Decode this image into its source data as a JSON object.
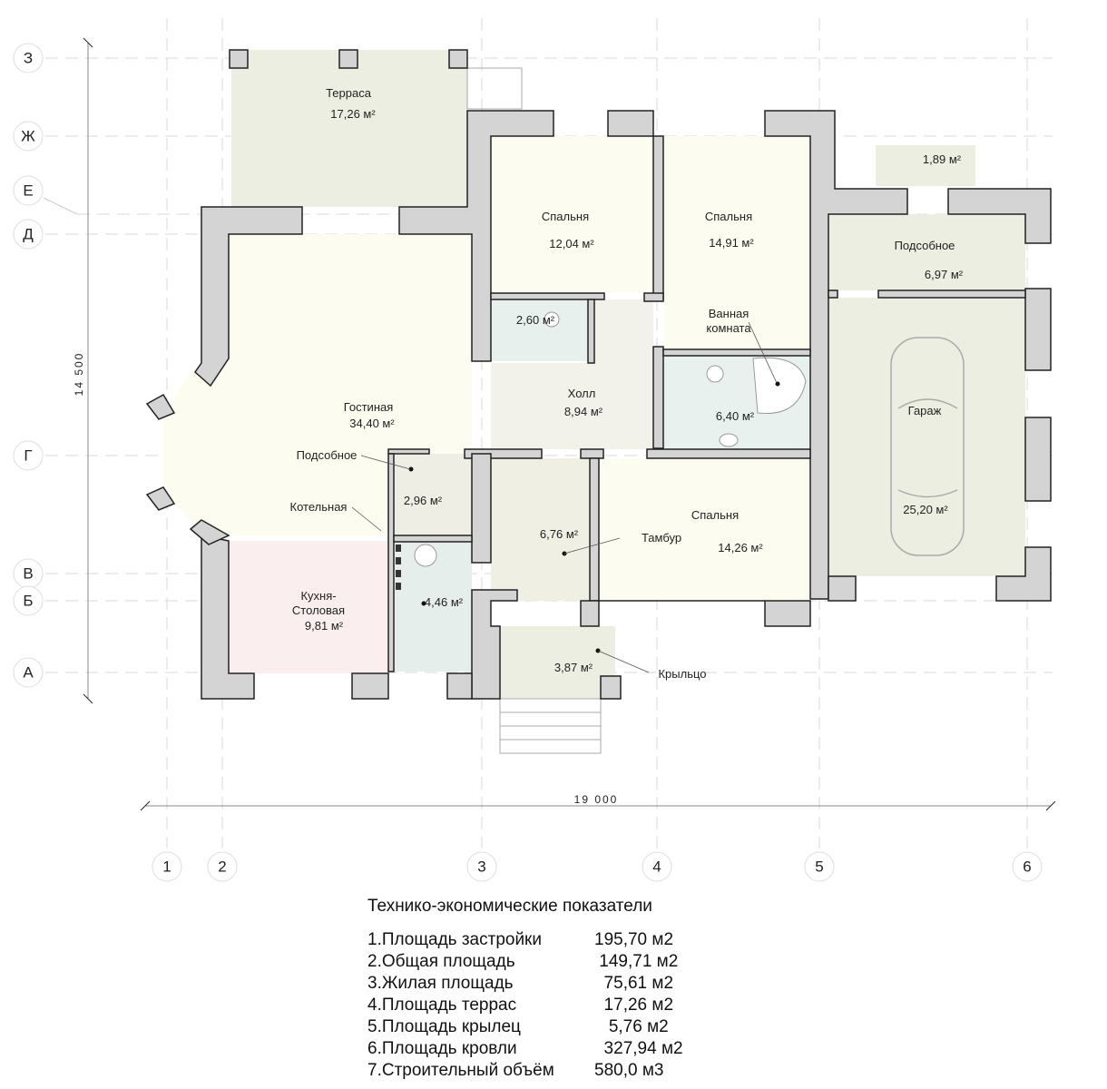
{
  "axes": {
    "rows": [
      "З",
      "Ж",
      "Е",
      "Д",
      "Г",
      "В",
      "Б",
      "А"
    ],
    "cols": [
      "1",
      "2",
      "3",
      "4",
      "5",
      "6"
    ]
  },
  "dimensions": {
    "vertical": "14 500",
    "horizontal": "19 000"
  },
  "rooms": {
    "terrace": {
      "name": "Терраса",
      "area": "17,26 м²"
    },
    "bedroom1": {
      "name": "Спальня",
      "area": "12,04 м²"
    },
    "bedroom2": {
      "name": "Спальня",
      "area": "14,91 м²"
    },
    "small_porch": {
      "area": "1,89 м²"
    },
    "utility_garage": {
      "name": "Подсобное",
      "area": "6,97 м²"
    },
    "wc": {
      "area": "2,60 м²"
    },
    "bathroom": {
      "name1": "Ванная",
      "name2": "комната",
      "area": "6,40 м²"
    },
    "hall": {
      "name": "Холл",
      "area": "8,94 м²"
    },
    "living": {
      "name": "Гостиная",
      "area": "34,40 м²"
    },
    "utility": {
      "name": "Подсобное",
      "area": "2,96 м²"
    },
    "boiler": {
      "name": "Котельная",
      "area": "4,46 м²"
    },
    "garage": {
      "name": "Гараж",
      "area": "25,20 м²"
    },
    "vestibule": {
      "name": "Тамбур",
      "area": "6,76 м²"
    },
    "bedroom3": {
      "name": "Спальня",
      "area": "14,26 м²"
    },
    "kitchen": {
      "name1": "Кухня-",
      "name2": "Столовая",
      "area": "9,81 м²"
    },
    "porch": {
      "name": "Крыльцо",
      "area": "3,87 м²"
    }
  },
  "indicators": {
    "title": "Технико-экономические показатели",
    "items": [
      {
        "name": "1.Площадь застройки",
        "value": "195,70 м2"
      },
      {
        "name": "2.Общая площадь",
        "value": " 149,71 м2"
      },
      {
        "name": "3.Жилая площадь",
        "value": "  75,61 м2"
      },
      {
        "name": "4.Площадь террас",
        "value": "  17,26 м2"
      },
      {
        "name": "5.Площадь крылец",
        "value": "   5,76 м2"
      },
      {
        "name": "6.Площадь кровли",
        "value": "  327,94 м2"
      },
      {
        "name": "7.Строительный объём",
        "value": "580,0 м3"
      }
    ]
  }
}
